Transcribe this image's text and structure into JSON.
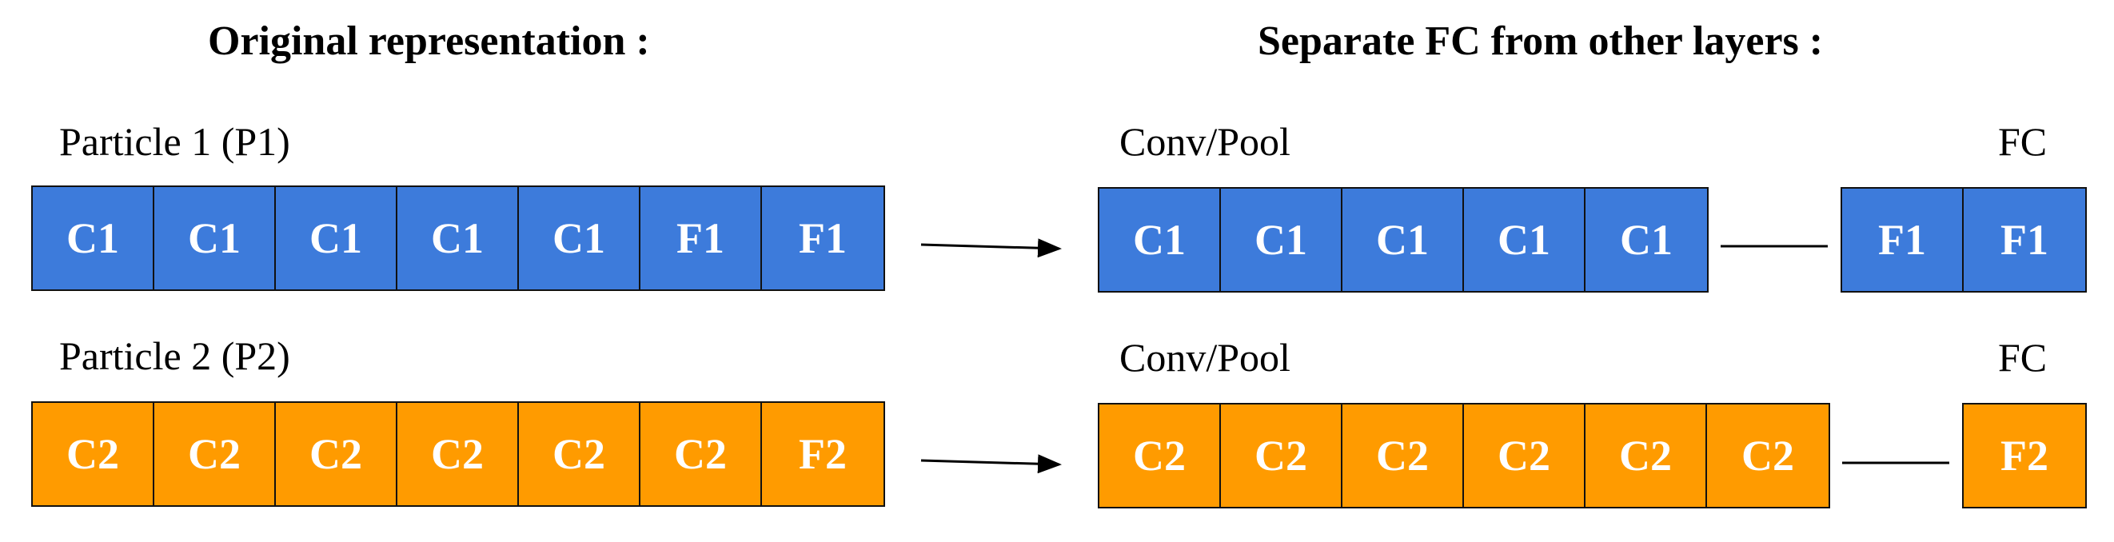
{
  "titles": {
    "left": "Original representation :",
    "right": "Separate FC from other layers :"
  },
  "colors": {
    "particle1": "#3d7bdb",
    "particle2": "#ff9b00"
  },
  "particle1": {
    "label": "Particle 1 (P1)",
    "cells": [
      "C1",
      "C1",
      "C1",
      "C1",
      "C1",
      "F1",
      "F1"
    ],
    "separated": {
      "conv_label": "Conv/Pool",
      "fc_label": "FC",
      "conv_cells": [
        "C1",
        "C1",
        "C1",
        "C1",
        "C1"
      ],
      "fc_cells": [
        "F1",
        "F1"
      ]
    }
  },
  "particle2": {
    "label": "Particle 2 (P2)",
    "cells": [
      "C2",
      "C2",
      "C2",
      "C2",
      "C2",
      "C2",
      "F2"
    ],
    "separated": {
      "conv_label": "Conv/Pool",
      "fc_label": "FC",
      "conv_cells": [
        "C2",
        "C2",
        "C2",
        "C2",
        "C2",
        "C2"
      ],
      "fc_cells": [
        "F2"
      ]
    }
  }
}
